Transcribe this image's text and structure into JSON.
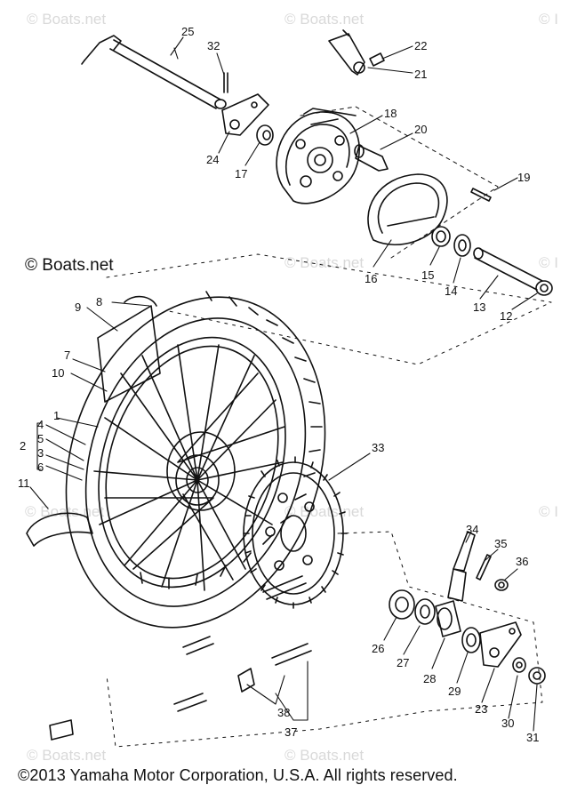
{
  "watermark": "© Boats.net",
  "brand_label": "© Boats.net",
  "copyright": "©2013 Yamaha Motor Corporation, U.S.A. All rights reserved.",
  "callouts": [
    "25",
    "32",
    "22",
    "21",
    "18",
    "20",
    "24",
    "17",
    "19",
    "16",
    "15",
    "14",
    "13",
    "12",
    "8",
    "9",
    "7",
    "10",
    "1",
    "4",
    "5",
    "2",
    "3",
    "6",
    "11",
    "33",
    "34",
    "35",
    "36",
    "26",
    "27",
    "28",
    "29",
    "23",
    "30",
    "31",
    "38",
    "37"
  ]
}
